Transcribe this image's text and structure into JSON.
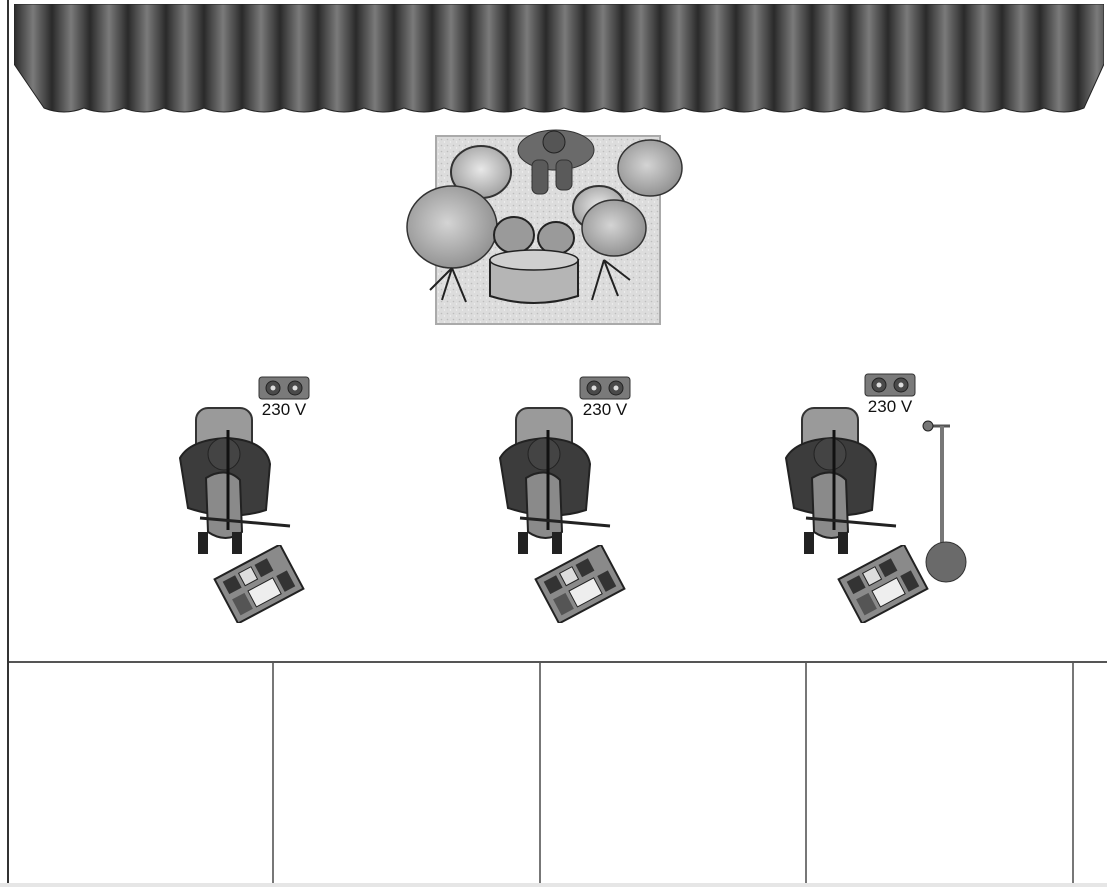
{
  "stage_plot": {
    "curtain": {
      "name": "curtain"
    },
    "drum_kit": {
      "name": "drum-kit"
    },
    "musicians": [
      {
        "id": "cellist-1",
        "instrument": "cello",
        "socket_label": "230 V",
        "has_mic_stand": false
      },
      {
        "id": "cellist-2",
        "instrument": "cello",
        "socket_label": "230 V",
        "has_mic_stand": false
      },
      {
        "id": "cellist-3",
        "instrument": "cello",
        "socket_label": "230 V",
        "has_mic_stand": true
      }
    ]
  },
  "colors": {
    "background": "#ffffff",
    "curtain": "#4a4a4a",
    "outline": "#333333",
    "riser": "#d8d8d8"
  },
  "icons": [
    "curtain-icon",
    "drum-kit-icon",
    "power-socket-icon",
    "cellist-icon",
    "effects-pedalboard-icon",
    "mic-stand-icon"
  ]
}
